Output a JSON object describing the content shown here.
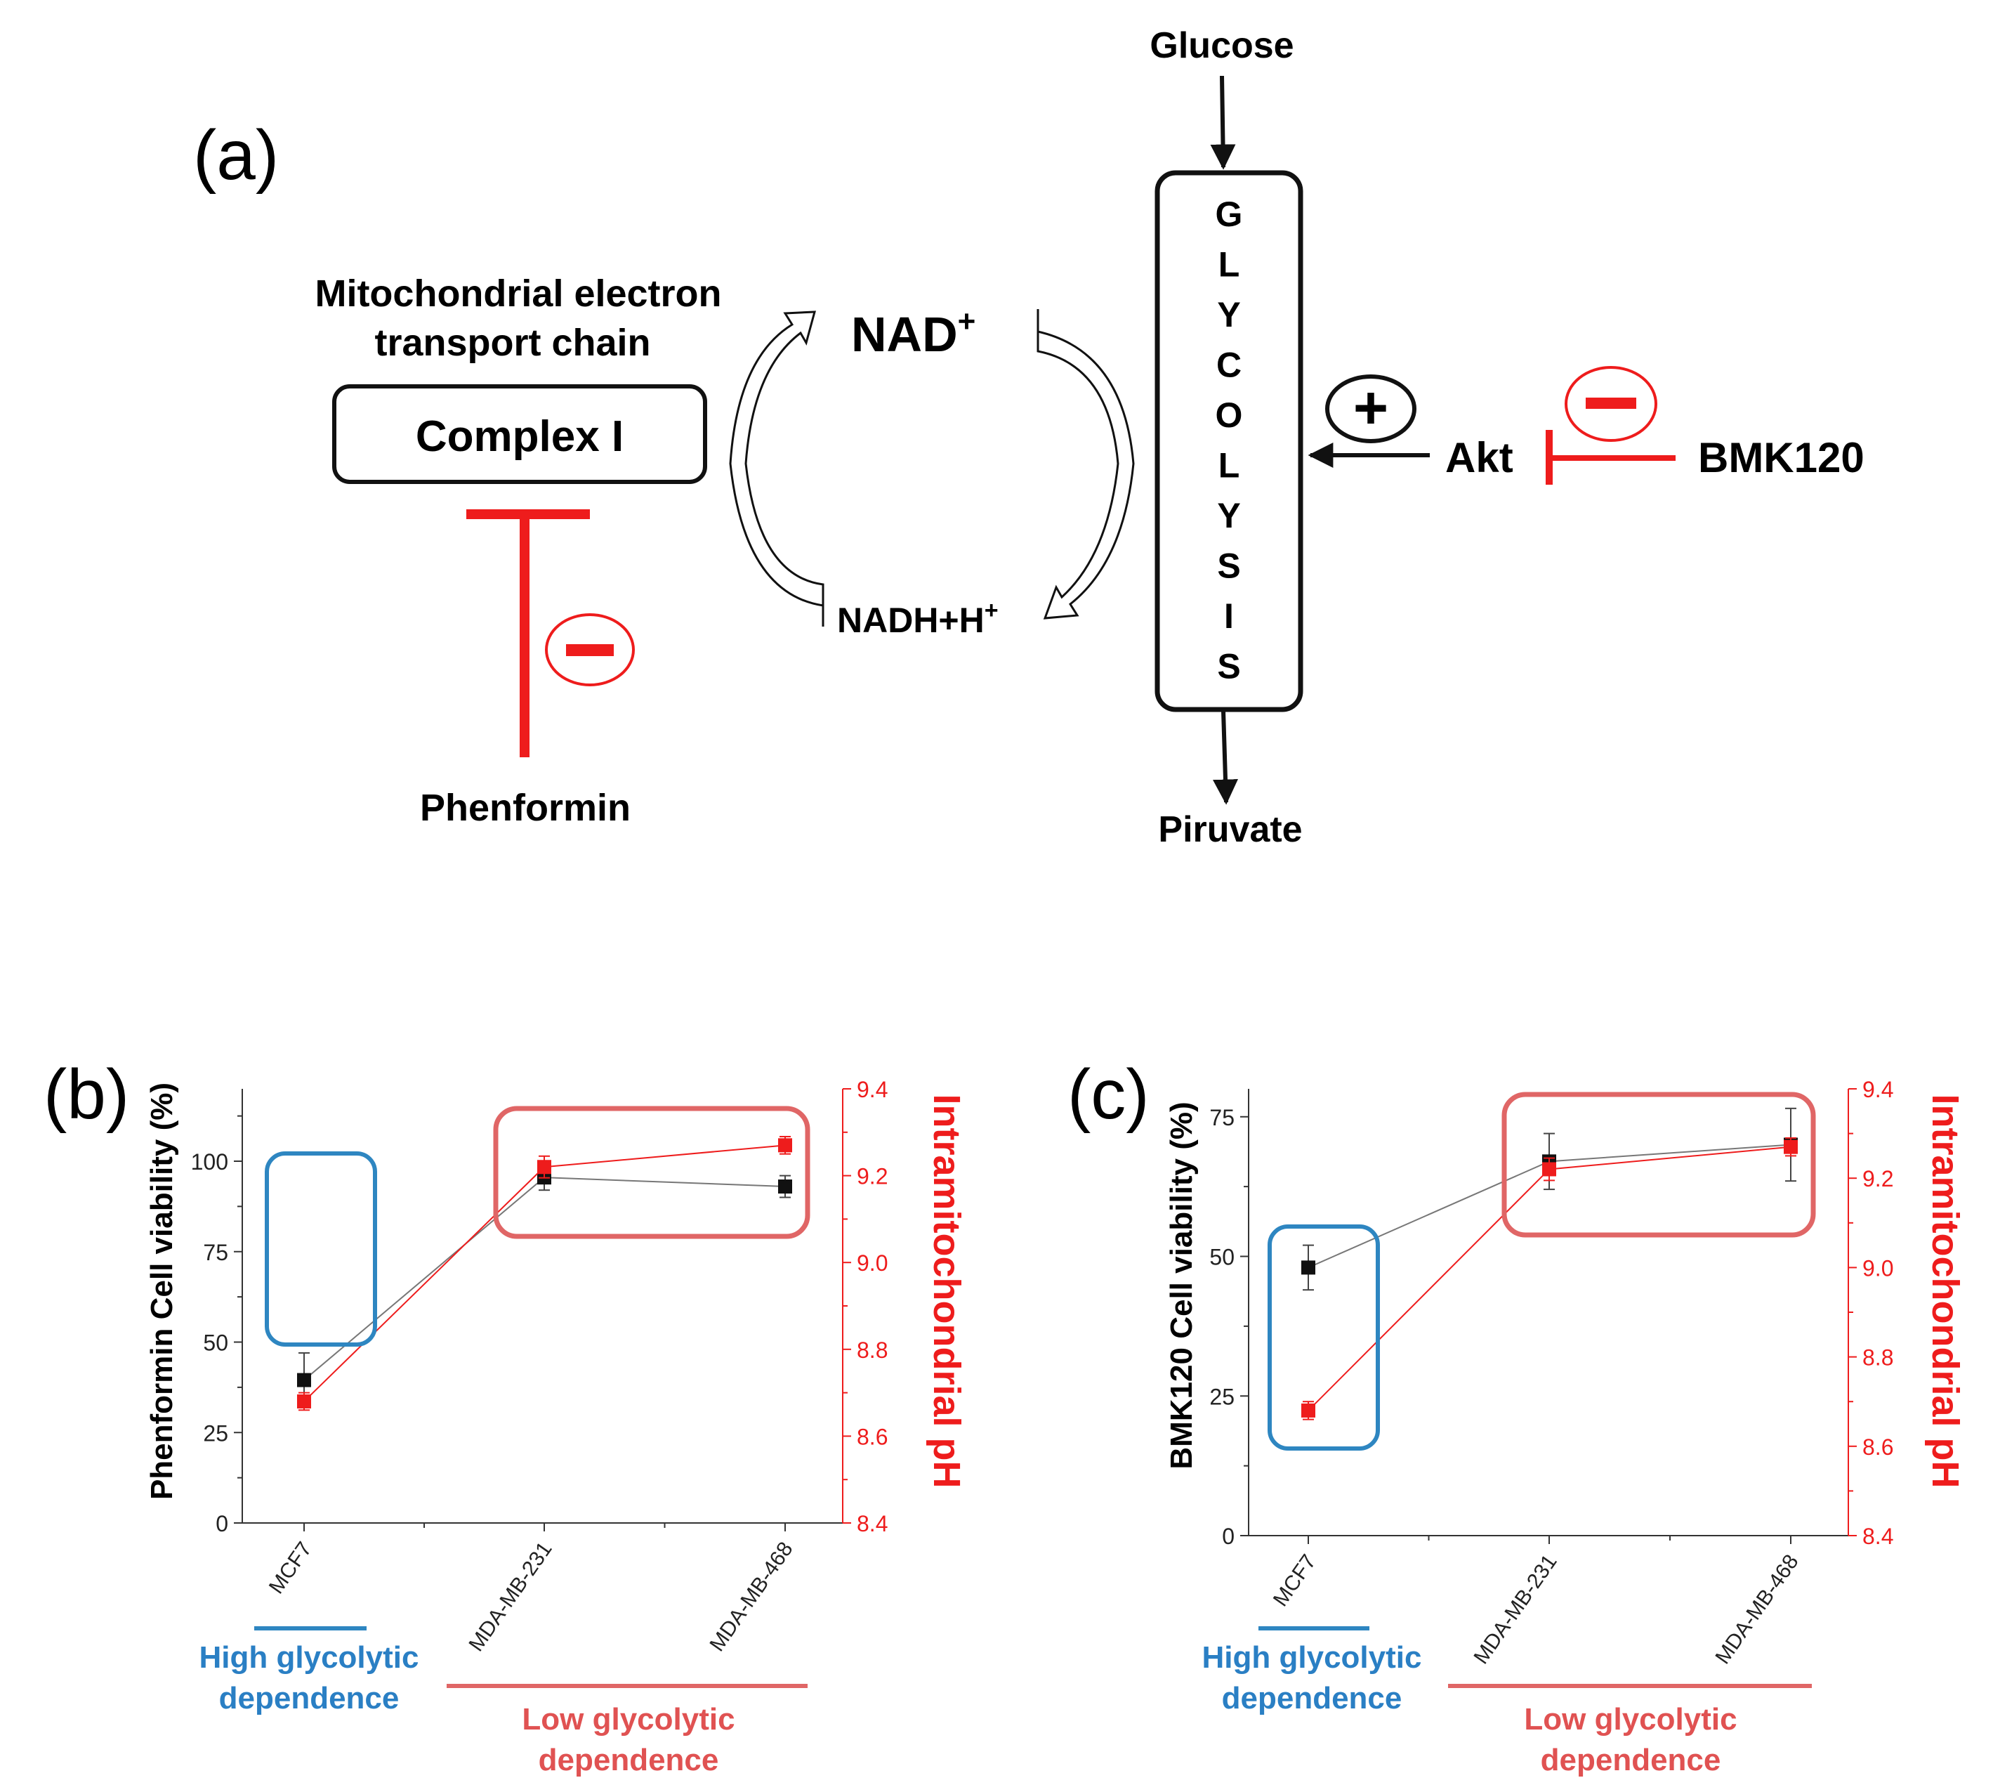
{
  "colors": {
    "black": "#111111",
    "red": "#ee1c1c",
    "red_box": "#e06666",
    "blue": "#2e86c1",
    "blue_text": "#2a7fc4",
    "red_text": "#e05252",
    "gray_line": "#888888"
  },
  "panel_a": {
    "label": "(a)",
    "glucose": "Glucose",
    "pyruvate": "Piruvate",
    "glycolysis_letters": [
      "G",
      "L",
      "Y",
      "C",
      "O",
      "L",
      "Y",
      "S",
      "I",
      "S"
    ],
    "etc_line1": "Mitochondrial electron",
    "etc_line2": "transport chain",
    "complex": "Complex I",
    "phenformin": "Phenformin",
    "nad": "NAD",
    "nad_sup": "+",
    "nadh": "NADH+H",
    "nadh_sup": "+",
    "akt": "Akt",
    "bmk": "BMK120",
    "plus_sign": "+",
    "minus_sign": "−"
  },
  "charts": [
    {
      "label": "(b)",
      "left_axis_label": "Phenformin Cell viability (%)",
      "right_axis_label": "Intramitochondrial pH",
      "high_group": "High glycolytic\ndependence",
      "low_group": "Low glycolytic\ndependence",
      "high_line1": "High glycolytic",
      "high_line2": "dependence",
      "low_line1": "Low glycolytic",
      "low_line2": "dependence"
    },
    {
      "label": "(c)",
      "left_axis_label": "BMK120 Cell viability (%)",
      "right_axis_label": "Intramitochondrial pH",
      "high_line1": "High glycolytic",
      "high_line2": "dependence",
      "low_line1": "Low glycolytic",
      "low_line2": "dependence"
    }
  ],
  "chart_data": [
    {
      "type": "line",
      "categories": [
        "MCF7",
        "MDA-MB-231",
        "MDA-MB-468"
      ],
      "ylabel": "Phenformin Cell viability (%)",
      "y2label": "Intramitochondrial pH",
      "ylim": [
        0,
        120
      ],
      "yticks": [
        "0",
        "25",
        "50",
        "75",
        "100"
      ],
      "y2lim": [
        8.4,
        9.4
      ],
      "y2ticks": [
        "8.4",
        "8.6",
        "8.8",
        "9.0",
        "9.2",
        "9.4"
      ],
      "series": [
        {
          "axis": "left",
          "color": "#111111",
          "values": [
            39.5,
            95.5,
            93
          ],
          "errors": [
            7.5,
            3.5,
            3
          ]
        },
        {
          "axis": "right",
          "color": "#ee1c1c",
          "values": [
            8.68,
            9.22,
            9.27
          ],
          "errors": [
            0.02,
            0.025,
            0.02
          ]
        }
      ]
    },
    {
      "type": "line",
      "categories": [
        "MCF7",
        "MDA-MB-231",
        "MDA-MB-468"
      ],
      "ylabel": "BMK120 Cell viability (%)",
      "y2label": "Intramitochondrial pH",
      "ylim": [
        0,
        80
      ],
      "yticks": [
        "0",
        "25",
        "50",
        "75"
      ],
      "y2lim": [
        8.4,
        9.4
      ],
      "y2ticks": [
        "8.4",
        "8.6",
        "8.8",
        "9.0",
        "9.2",
        "9.4"
      ],
      "series": [
        {
          "axis": "left",
          "color": "#111111",
          "values": [
            48,
            67,
            70
          ],
          "errors": [
            4,
            5,
            6.5
          ]
        },
        {
          "axis": "right",
          "color": "#ee1c1c",
          "values": [
            8.68,
            9.22,
            9.27
          ],
          "errors": [
            0.02,
            0.025,
            0.02
          ]
        }
      ]
    }
  ]
}
